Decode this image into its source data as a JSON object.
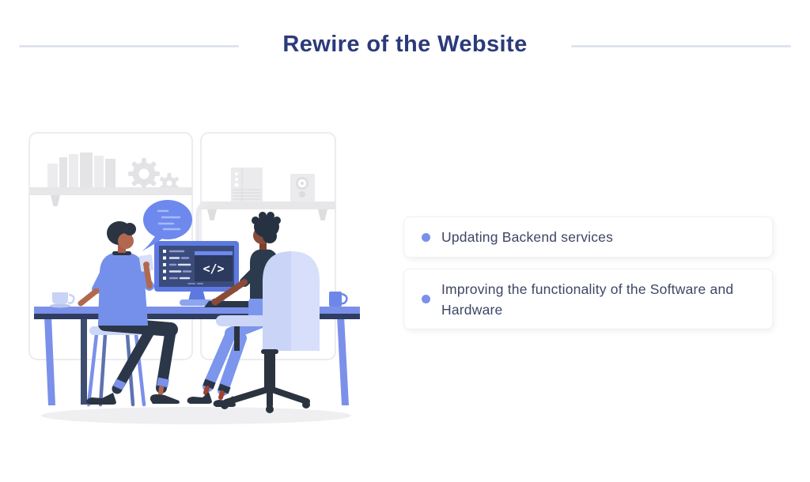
{
  "header": {
    "title": "Rewire of the Website",
    "title_color": "#2b3a7a",
    "divider_color": "#dfe3f0"
  },
  "checklist": {
    "items": [
      {
        "label": "Updating Backend services"
      },
      {
        "label": "Improving the functionality of the Software and Hardware"
      }
    ],
    "bullet_color": "#7b90ea",
    "text_color": "#3d4766"
  },
  "illustration": {
    "description": "Two developers at a desk rewiring a website, monitor showing code",
    "code_symbol": "</>",
    "colors": {
      "accent_blue": "#6d89ee",
      "desk_blue": "#7b90e9",
      "dark_navy": "#2f3d63",
      "screen_navy": "#3b4b7b",
      "light_periwinkle": "#ccd6f7",
      "skin_left": "#b2684f",
      "skin_right": "#8a4b38",
      "shelf_gray": "#e7e7e9"
    }
  }
}
